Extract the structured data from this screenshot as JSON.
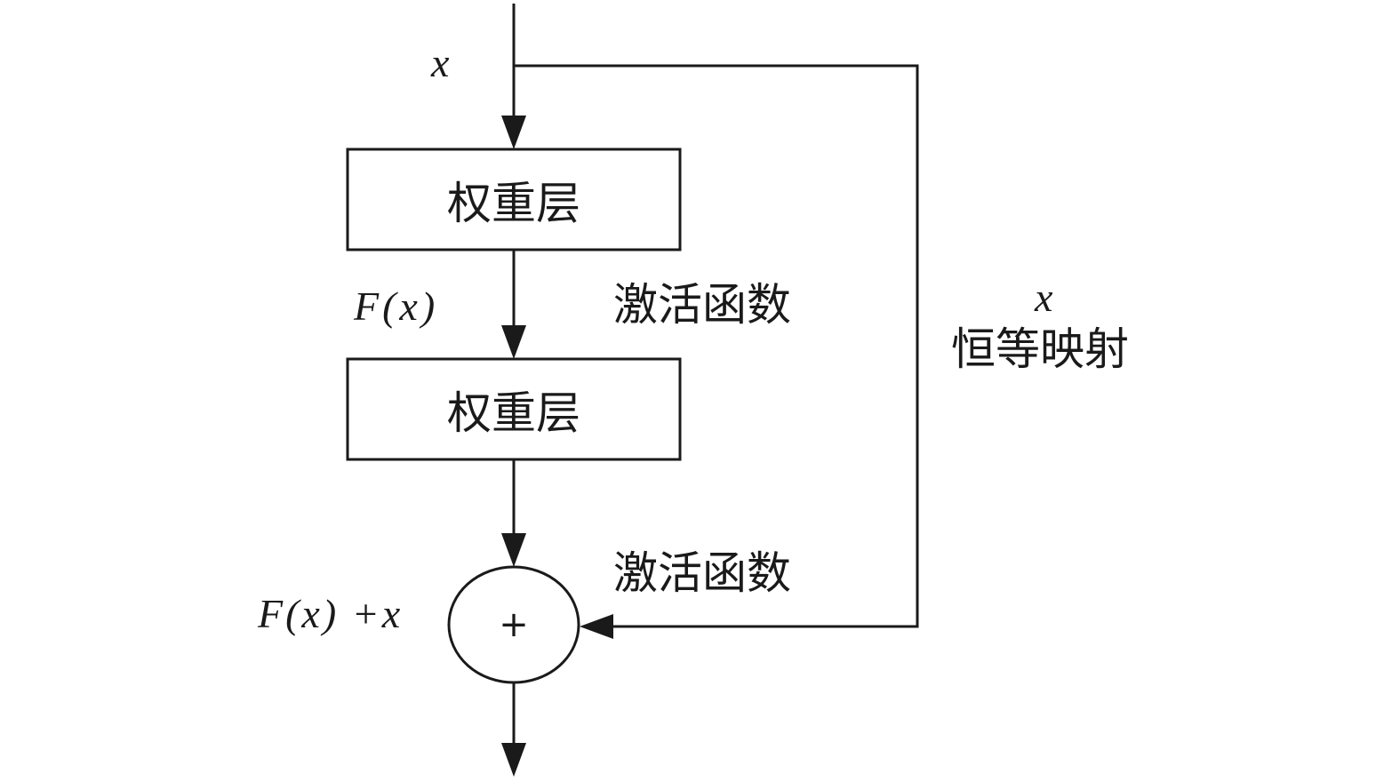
{
  "input_label": "x",
  "layer1_label": "权重层",
  "fx_label": "F(x)",
  "activation1_label": "激活函数",
  "layer2_label": "权重层",
  "activation2_label": "激活函数",
  "sum_label": "F(x) +x",
  "plus_symbol": "+",
  "shortcut_var_label": "x",
  "shortcut_label": "恒等映射"
}
